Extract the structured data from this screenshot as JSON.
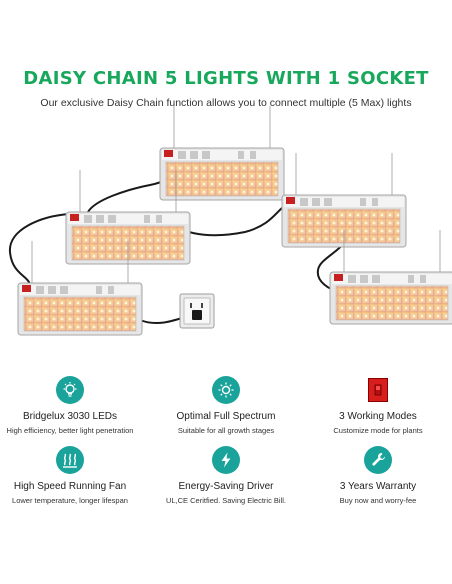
{
  "header": {
    "title": "DAISY CHAIN 5 LIGHTS WITH 1 SOCKET",
    "subtitle": "Our exclusive Daisy Chain function allows you to connect multiple (5 Max) lights"
  },
  "features": [
    {
      "title": "Bridgelux 3030 LEDs",
      "desc": "High efficiency, better light penetration",
      "icon": "bulb-icon"
    },
    {
      "title": "Optimal Full Spectrum",
      "desc": "Suitable for all growth stages",
      "icon": "sun-icon"
    },
    {
      "title": "3 Working Modes",
      "desc": "Customize mode for plants",
      "icon": "switch-icon"
    },
    {
      "title": "High Speed Running Fan",
      "desc": "Lower temperature, longer lifespan",
      "icon": "heat-waves-icon"
    },
    {
      "title": "Energy-Saving Driver",
      "desc": "UL,CE Ceritfied. Saving Electric Bill.",
      "icon": "lightning-icon"
    },
    {
      "title": "3 Years Warranty",
      "desc": "Buy now and worry-fee",
      "icon": "wrench-icon"
    }
  ],
  "colors": {
    "title": "#17a85c",
    "icon_bg": "#1aa39a",
    "switch_red": "#d81d1d"
  }
}
